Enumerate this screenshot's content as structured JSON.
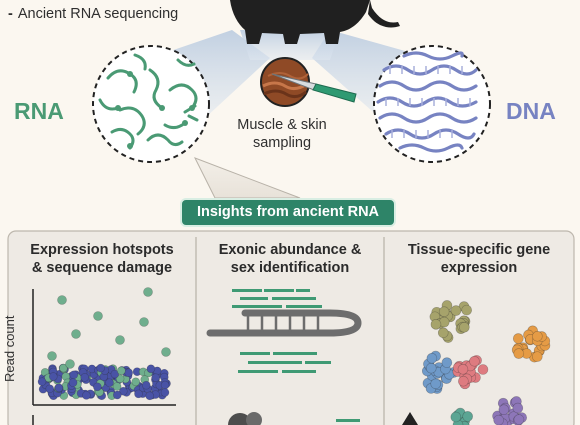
{
  "top": {
    "bullet": "Ancient RNA sequencing"
  },
  "labels": {
    "rna": "RNA",
    "dna": "DNA",
    "sampling_line1": "Muscle & skin",
    "sampling_line2": "sampling"
  },
  "insights": {
    "title": "Insights from ancient RNA"
  },
  "panels": [
    {
      "title_line1": "Expression hotspots",
      "title_line2": "& sequence damage",
      "y_axis_label": "Read count"
    },
    {
      "title_line1": "Exonic abundance &",
      "title_line2": "sex identification"
    },
    {
      "title_line1": "Tissue-specific gene",
      "title_line2": "expression"
    }
  ],
  "colors": {
    "rna_green": "#4a9a74",
    "dna_purple": "#7783c2",
    "pill_green": "#2e8468",
    "panel_bg": "#eeeae4",
    "dot_blue": "#4953a6",
    "dot_green": "#6fae8d",
    "cluster_olive": "#a6a36b",
    "cluster_orange": "#e59b45",
    "cluster_lightblue": "#6f9ac9",
    "cluster_pink": "#de7b80",
    "cluster_purple": "#8d76b8",
    "cluster_teal": "#5ba593"
  },
  "icons": {
    "animal": "mammoth-silhouette-icon",
    "scalpel": "scalpel-icon",
    "tissue": "tissue-sample-icon"
  }
}
